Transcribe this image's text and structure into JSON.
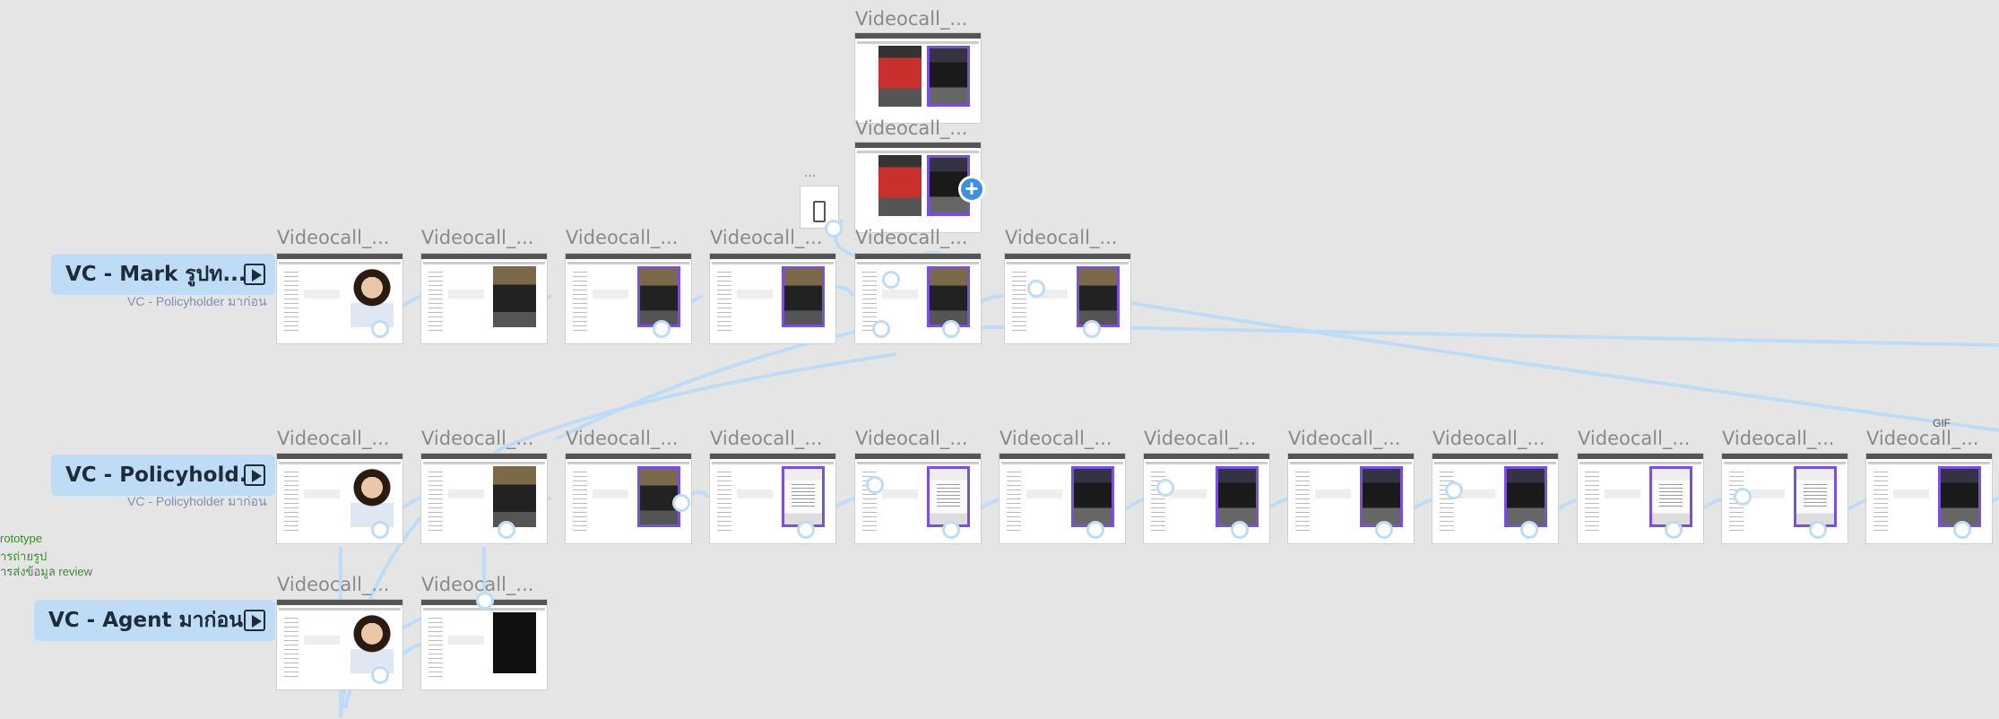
{
  "flows": [
    {
      "label": "VC - Mark รูปท...",
      "subtitle": "VC - Policyholder มาก่อน"
    },
    {
      "label": "VC - Policyhold...",
      "subtitle": "VC - Policyholder มาก่อน"
    },
    {
      "label": "VC - Agent มาก่อน"
    }
  ],
  "frame_title": "Videocall_...",
  "more_label": "...",
  "gif_label": "GIF",
  "notes": [
    "rototype",
    "ารถ่ายรูป",
    "ารส่งข้อมูล review"
  ],
  "add_button": "+",
  "colors": {
    "canvas": "#e5e5e5",
    "flow_label_bg": "#bfdcf7",
    "connector": "#bfdcf7",
    "selection": "#7a4fdc",
    "accent": "#3f8fe0",
    "note_text": "#3c8a2e"
  }
}
